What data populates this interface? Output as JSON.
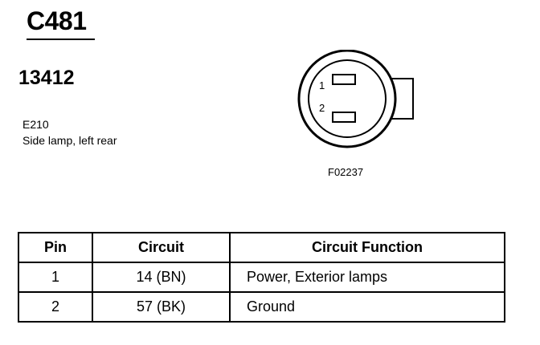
{
  "header": {
    "connector_id": "C481",
    "part_number": "13412",
    "component_code": "E210",
    "component_desc": "Side lamp, left rear"
  },
  "diagram": {
    "pin_labels": [
      "1",
      "2"
    ],
    "figure_code": "F02237"
  },
  "table": {
    "headers": [
      "Pin",
      "Circuit",
      "Circuit Function"
    ],
    "rows": [
      {
        "pin": "1",
        "circuit": "14 (BN)",
        "function": "Power, Exterior lamps"
      },
      {
        "pin": "2",
        "circuit": "57 (BK)",
        "function": "Ground"
      }
    ]
  }
}
